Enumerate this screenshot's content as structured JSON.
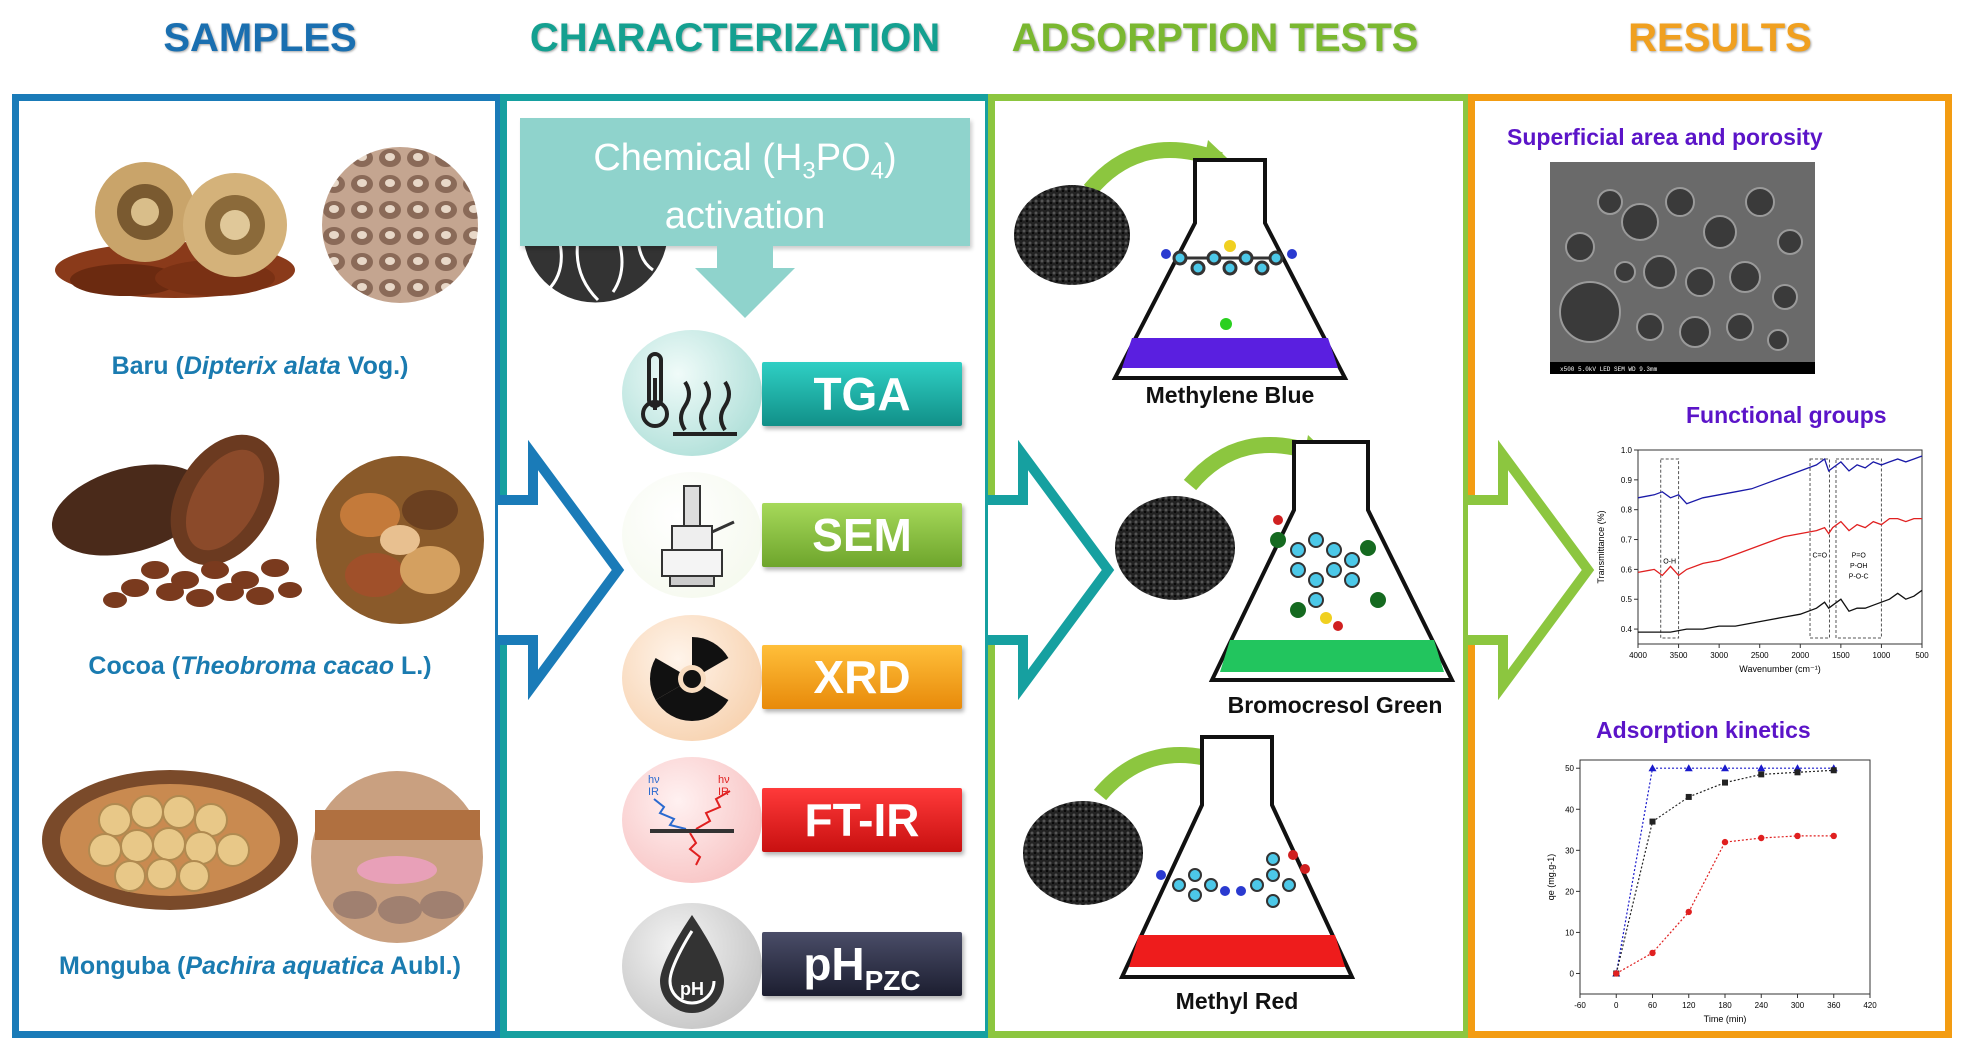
{
  "headers": {
    "samples": "SAMPLES",
    "characterization": "CHARACTERIZATION",
    "adsorption": "ADSORPTION TESTS",
    "results": "RESULTS"
  },
  "colors": {
    "samples": "#1a7bb8",
    "characterization": "#16a0a0",
    "adsorption": "#8cc63f",
    "results": "#f39c12"
  },
  "samples": [
    {
      "common": "Baru (",
      "latin": "Dipterix alata",
      "author": " Vog.)"
    },
    {
      "common": "Cocoa (",
      "latin": "Theobroma cacao",
      "author": " L.)"
    },
    {
      "common": "Monguba (",
      "latin": "Pachira aquatica",
      "author": " Aubl.)"
    }
  ],
  "activation": {
    "line1": "Chemical (H",
    "sub": "3",
    "mid": "PO",
    "sub2": "4",
    "end": ")",
    "line2": "activation"
  },
  "techniques": [
    {
      "label": "TGA",
      "color": "#1bb0a8",
      "icon": "thermometer-heat-icon"
    },
    {
      "label": "SEM",
      "color": "#8cc63f",
      "icon": "microscope-icon"
    },
    {
      "label": "XRD",
      "color": "#f5a623",
      "icon": "radiation-icon"
    },
    {
      "label": "FT-IR",
      "color": "#e8282a",
      "icon": "ir-beam-icon"
    },
    {
      "label": "pH",
      "sub": "PZC",
      "color": "#2a2d44",
      "icon": "ph-drop-icon"
    }
  ],
  "ftir_icon_text": {
    "a": "hν",
    "b": "IR"
  },
  "ph_icon_text": "pH",
  "tests": [
    {
      "label": "Methylene Blue",
      "liquid": "#5a1fe0"
    },
    {
      "label": "Bromocresol Green",
      "liquid": "#22c55e"
    },
    {
      "label": "Methyl Red",
      "liquid": "#ee1c1c"
    }
  ],
  "results": {
    "area_title": "Superficial area and porosity",
    "sem_caption": "x500   5.0kV   LED   SEM   WD 9.3mm",
    "ftir_title": "Functional groups",
    "kinetics_title": "Adsorption kinetics"
  },
  "chart_data": [
    {
      "type": "line",
      "title": "Functional groups",
      "xlabel": "Wavenumber (cm⁻¹)",
      "ylabel": "Transmittance (%)",
      "xlim": [
        4000,
        500
      ],
      "ylim": [
        0.35,
        1.0
      ],
      "xticks": [
        4000,
        3500,
        3000,
        2500,
        2000,
        1500,
        1000,
        500
      ],
      "yticks": [
        0.4,
        0.5,
        0.6,
        0.7,
        0.8,
        0.9,
        1.0
      ],
      "annotations": [
        "O-H",
        "C=O",
        "P=O",
        "P-OH",
        "P-O-C"
      ],
      "series": [
        {
          "color": "#1a1aa8",
          "x": [
            4000,
            3800,
            3700,
            3600,
            3500,
            3400,
            3200,
            3000,
            2800,
            2600,
            2400,
            2200,
            2000,
            1800,
            1700,
            1650,
            1600,
            1500,
            1400,
            1300,
            1200,
            1100,
            1000,
            900,
            800,
            700,
            600,
            500
          ],
          "y": [
            0.84,
            0.85,
            0.86,
            0.84,
            0.85,
            0.82,
            0.84,
            0.85,
            0.86,
            0.87,
            0.89,
            0.91,
            0.93,
            0.95,
            0.97,
            0.93,
            0.94,
            0.96,
            0.93,
            0.95,
            0.94,
            0.96,
            0.95,
            0.96,
            0.97,
            0.96,
            0.97,
            0.98
          ]
        },
        {
          "color": "#e02020",
          "x": [
            4000,
            3800,
            3700,
            3600,
            3500,
            3400,
            3200,
            3000,
            2800,
            2600,
            2400,
            2200,
            2000,
            1800,
            1700,
            1650,
            1600,
            1500,
            1400,
            1300,
            1200,
            1100,
            1000,
            900,
            800,
            700,
            600,
            500
          ],
          "y": [
            0.59,
            0.6,
            0.58,
            0.61,
            0.58,
            0.6,
            0.62,
            0.63,
            0.65,
            0.67,
            0.69,
            0.71,
            0.72,
            0.73,
            0.74,
            0.72,
            0.74,
            0.76,
            0.73,
            0.75,
            0.74,
            0.76,
            0.75,
            0.77,
            0.77,
            0.76,
            0.77,
            0.77
          ]
        },
        {
          "color": "#111111",
          "x": [
            4000,
            3800,
            3600,
            3400,
            3200,
            3000,
            2800,
            2600,
            2400,
            2200,
            2000,
            1800,
            1700,
            1650,
            1600,
            1500,
            1400,
            1300,
            1200,
            1100,
            1000,
            900,
            800,
            700,
            600,
            500
          ],
          "y": [
            0.39,
            0.39,
            0.39,
            0.4,
            0.4,
            0.41,
            0.41,
            0.42,
            0.43,
            0.44,
            0.45,
            0.47,
            0.49,
            0.47,
            0.48,
            0.5,
            0.46,
            0.47,
            0.47,
            0.48,
            0.49,
            0.5,
            0.52,
            0.5,
            0.51,
            0.53
          ]
        }
      ]
    },
    {
      "type": "scatter",
      "title": "Adsorption kinetics",
      "xlabel": "Time (min)",
      "ylabel": "qe (mg.g-1)",
      "xlim": [
        -60,
        420
      ],
      "ylim": [
        -5,
        52
      ],
      "xticks": [
        -60,
        0,
        60,
        120,
        180,
        240,
        300,
        360,
        420
      ],
      "yticks": [
        0,
        10,
        20,
        30,
        40,
        50
      ],
      "series": [
        {
          "color": "#1a1acc",
          "marker": "triangle",
          "x": [
            0,
            60,
            120,
            180,
            240,
            300,
            360
          ],
          "y": [
            0,
            50,
            50,
            50,
            50,
            50,
            50
          ]
        },
        {
          "color": "#222222",
          "marker": "square",
          "x": [
            0,
            60,
            120,
            180,
            240,
            300,
            360
          ],
          "y": [
            0,
            37,
            43,
            46.5,
            48.5,
            49,
            49.5
          ]
        },
        {
          "color": "#e02020",
          "marker": "circle",
          "x": [
            0,
            60,
            120,
            180,
            240,
            300,
            360
          ],
          "y": [
            0,
            5,
            15,
            32,
            33,
            33.5,
            33.5
          ]
        }
      ]
    }
  ]
}
